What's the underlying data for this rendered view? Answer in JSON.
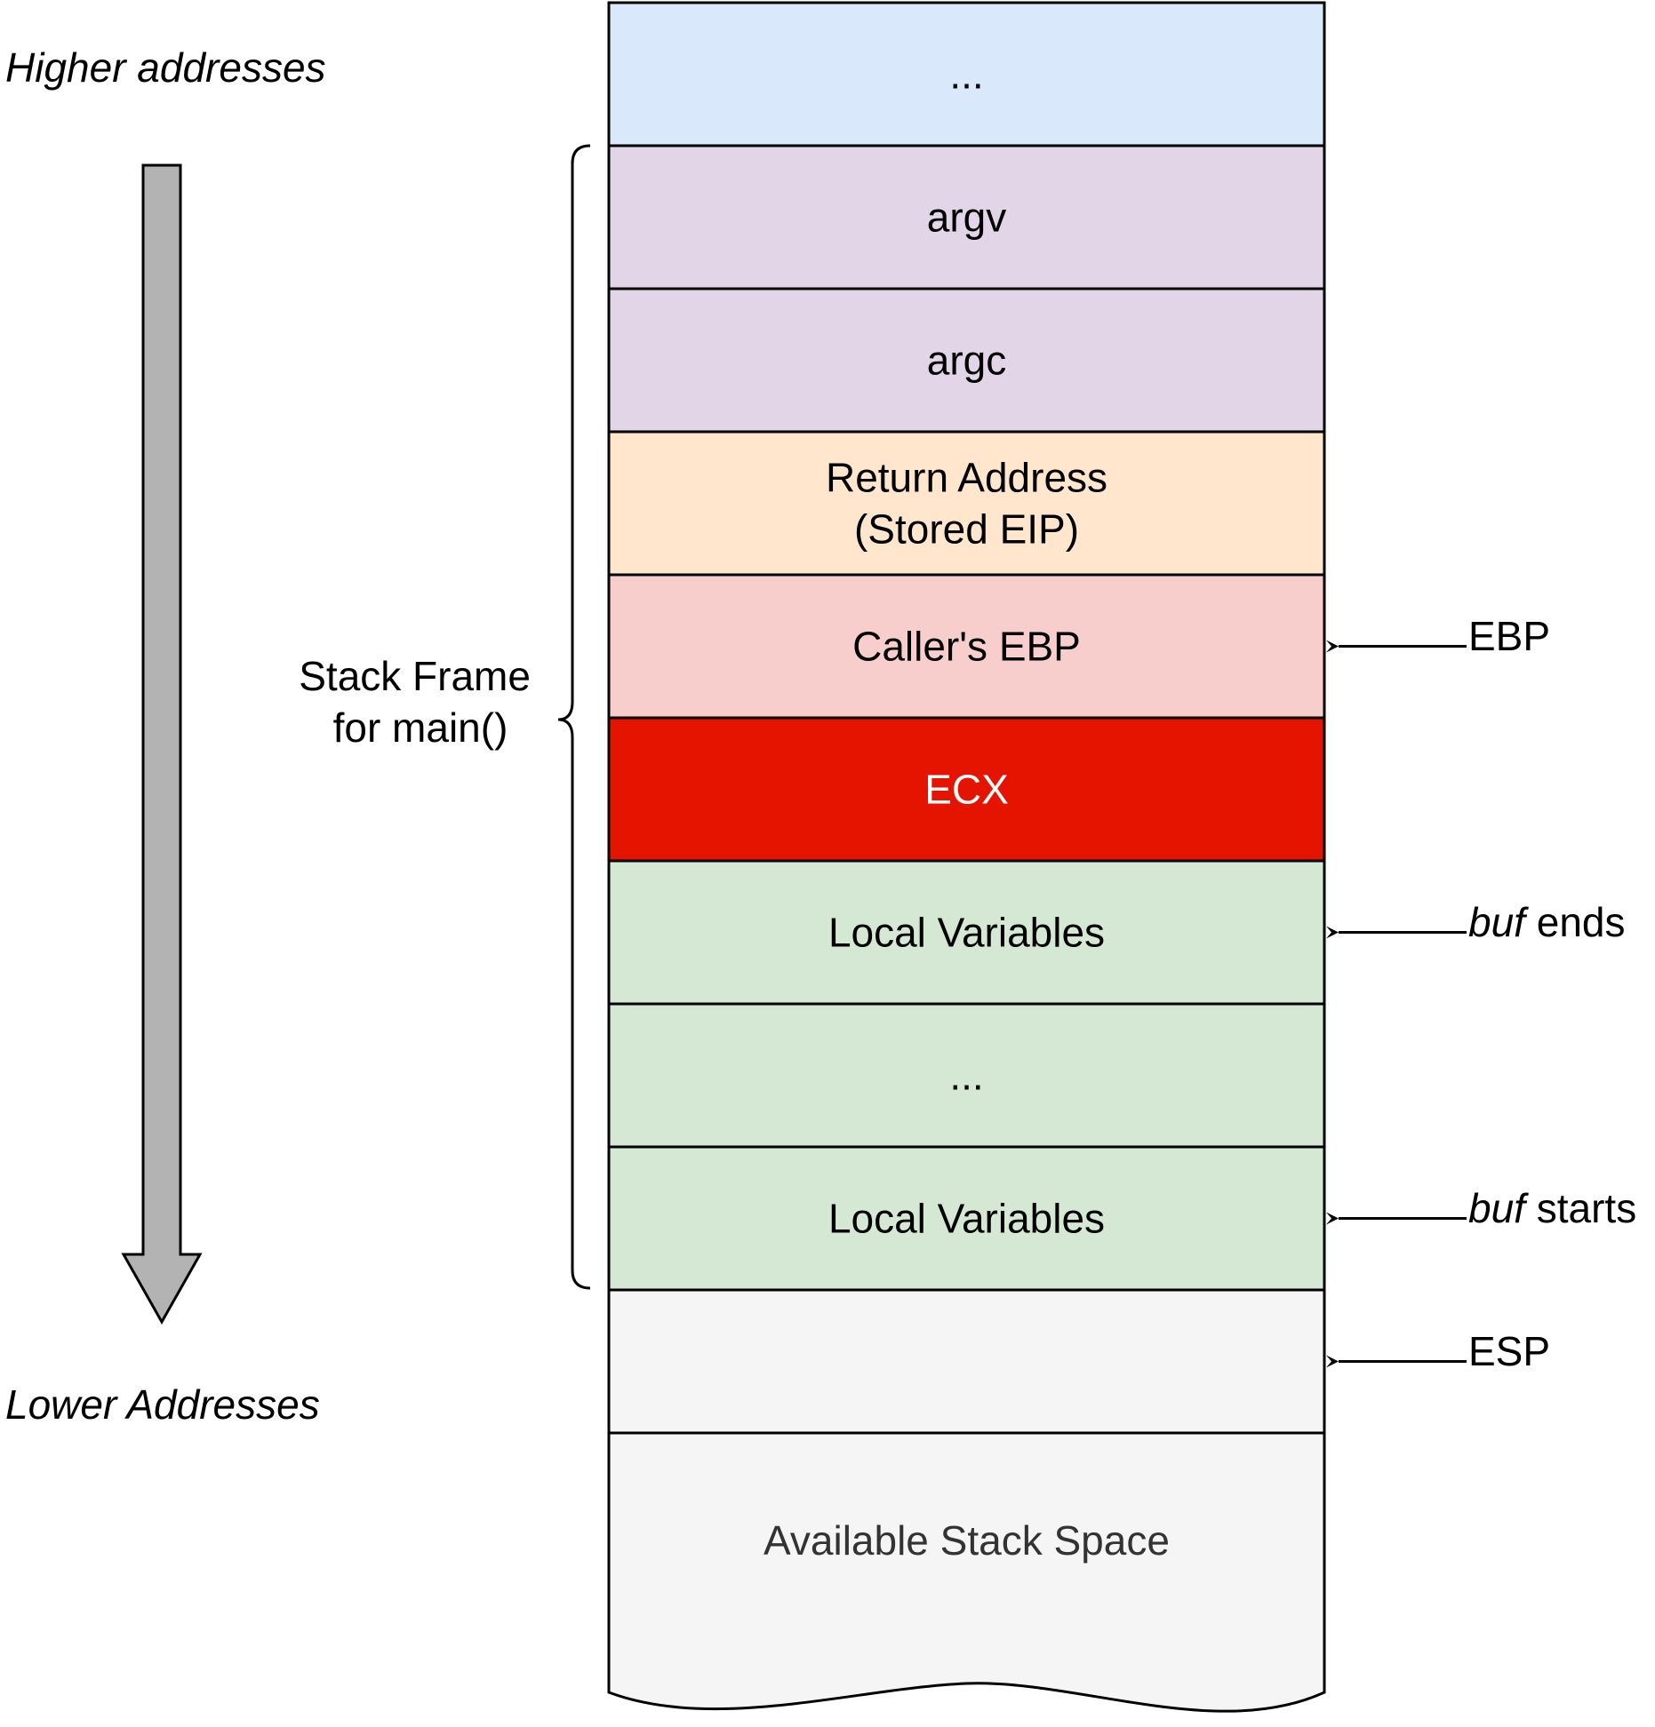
{
  "direction": {
    "top_label": "Higher addresses",
    "bottom_label": "Lower Addresses"
  },
  "frame_label": {
    "line1": "Stack Frame",
    "line2": "for main()"
  },
  "cells": [
    {
      "id": "top-ellipsis",
      "lines": [
        "..."
      ],
      "fill": "#dae8fc",
      "text_color": "#000000"
    },
    {
      "id": "argv",
      "lines": [
        "argv"
      ],
      "fill": "#e1d5e7",
      "text_color": "#000000"
    },
    {
      "id": "argc",
      "lines": [
        "argc"
      ],
      "fill": "#e1d5e7",
      "text_color": "#000000"
    },
    {
      "id": "return-address",
      "lines": [
        "Return Address",
        "(Stored EIP)"
      ],
      "fill": "#ffe6cc",
      "text_color": "#000000"
    },
    {
      "id": "callers-ebp",
      "lines": [
        "Caller's EBP"
      ],
      "fill": "#f8cecc",
      "text_color": "#000000"
    },
    {
      "id": "ecx",
      "lines": [
        "ECX"
      ],
      "fill": "#e51400",
      "text_color": "#ffffff"
    },
    {
      "id": "local-vars-upper",
      "lines": [
        "Local Variables"
      ],
      "fill": "#d5e8d4",
      "text_color": "#000000"
    },
    {
      "id": "local-ellipsis",
      "lines": [
        "..."
      ],
      "fill": "#d5e8d4",
      "text_color": "#000000"
    },
    {
      "id": "local-vars-lower",
      "lines": [
        "Local Variables"
      ],
      "fill": "#d5e8d4",
      "text_color": "#000000"
    },
    {
      "id": "empty-slot",
      "lines": [],
      "fill": "#f5f5f5",
      "text_color": "#000000"
    }
  ],
  "available_space": {
    "label": "Available Stack Space",
    "fill": "#f5f5f5",
    "text_color": "#333333"
  },
  "pointers": [
    {
      "id": "ebp",
      "cell": "callers-ebp",
      "italic": "",
      "text": "EBP"
    },
    {
      "id": "buf-ends",
      "cell": "local-vars-upper",
      "italic": "buf",
      "text": " ends"
    },
    {
      "id": "buf-starts",
      "cell": "local-vars-lower",
      "italic": "buf",
      "text": " starts"
    },
    {
      "id": "esp",
      "cell": "empty-slot",
      "italic": "",
      "text": "ESP"
    }
  ],
  "colors": {
    "stroke": "#000000",
    "direction_arrow_fill": "#b3b3b3"
  }
}
